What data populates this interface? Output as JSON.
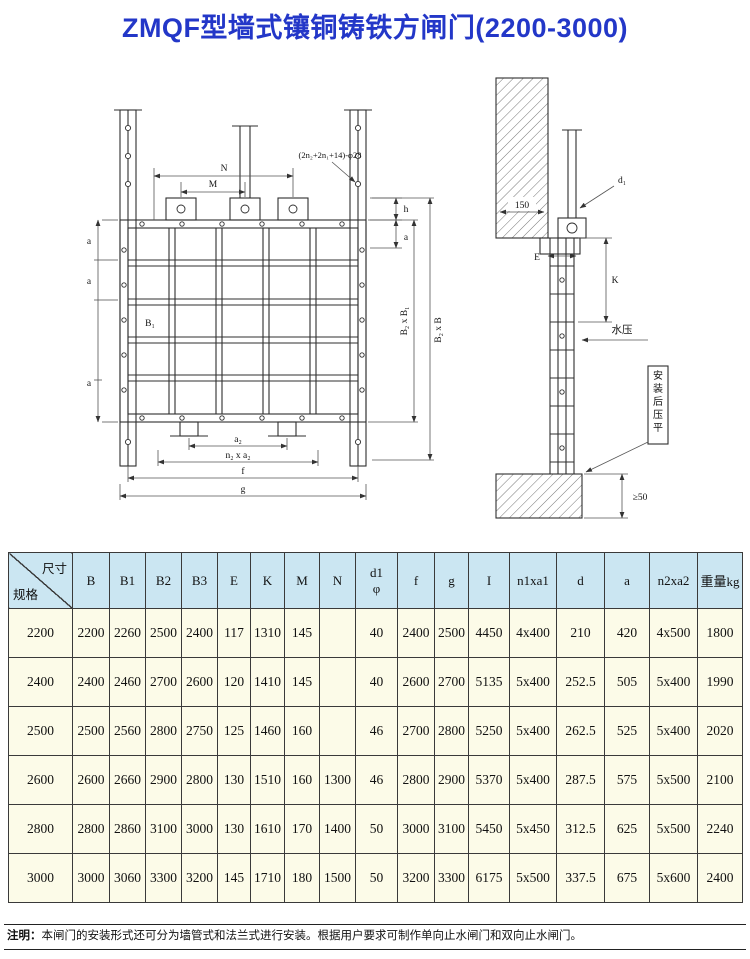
{
  "colors": {
    "title_blue": "#2337c8",
    "table_header_bg": "#cbe6f2",
    "table_body_bg": "#fcfbe8"
  },
  "page": {
    "title": "ZMQF型墙式镶铜铸铁方闸门(2200-3000)",
    "note_label": "注明：",
    "note_body": "本闸门的安装形式还可分为墙管式和法兰式进行安装。根据用户要求可制作单向止水闸门和双向止水闸门。"
  },
  "drawings": {
    "front": {
      "dim_m": "M",
      "dim_n": "N",
      "dim_holes": "(2n₂+2n₁+14)-φ28",
      "dim_h": "h",
      "dim_a_right": "a",
      "dim_a1": "a",
      "dim_a2": "a",
      "dim_a3": "a",
      "panel_label": "B₁",
      "dim_a2_bottom": "a₂",
      "dim_n2a2": "n₂ x a₂",
      "dim_f": "f",
      "dim_g": "g",
      "dim_b2b1": "B₂ x B₁",
      "dim_b2b": "B₂ x B"
    },
    "side": {
      "dim_150": "150",
      "dim_d1": "d₁",
      "dim_e": "E",
      "dim_k": "K",
      "water_pressure": "水压",
      "flatten": "安装后压平",
      "dim_min50": "≥50"
    }
  },
  "table": {
    "corner_top": "尺寸",
    "corner_bottom": "规格",
    "headers": [
      "B",
      "B1",
      "B2",
      "B3",
      "E",
      "K",
      "M",
      "N",
      "d1\nφ",
      "f",
      "g",
      "I",
      "n1xa1",
      "d",
      "a",
      "n2xa2",
      "重量kg"
    ],
    "rows": [
      {
        "size": "2200",
        "cells": [
          "2200",
          "2260",
          "2500",
          "2400",
          "117",
          "1310",
          "145",
          "",
          "40",
          "2400",
          "2500",
          "4450",
          "4x400",
          "210",
          "420",
          "4x500",
          "1800"
        ]
      },
      {
        "size": "2400",
        "cells": [
          "2400",
          "2460",
          "2700",
          "2600",
          "120",
          "1410",
          "145",
          "",
          "40",
          "2600",
          "2700",
          "5135",
          "5x400",
          "252.5",
          "505",
          "5x400",
          "1990"
        ]
      },
      {
        "size": "2500",
        "cells": [
          "2500",
          "2560",
          "2800",
          "2750",
          "125",
          "1460",
          "160",
          "",
          "46",
          "2700",
          "2800",
          "5250",
          "5x400",
          "262.5",
          "525",
          "5x400",
          "2020"
        ]
      },
      {
        "size": "2600",
        "cells": [
          "2600",
          "2660",
          "2900",
          "2800",
          "130",
          "1510",
          "160",
          "1300",
          "46",
          "2800",
          "2900",
          "5370",
          "5x400",
          "287.5",
          "575",
          "5x500",
          "2100"
        ]
      },
      {
        "size": "2800",
        "cells": [
          "2800",
          "2860",
          "3100",
          "3000",
          "130",
          "1610",
          "170",
          "1400",
          "50",
          "3000",
          "3100",
          "5450",
          "5x450",
          "312.5",
          "625",
          "5x500",
          "2240"
        ]
      },
      {
        "size": "3000",
        "cells": [
          "3000",
          "3060",
          "3300",
          "3200",
          "145",
          "1710",
          "180",
          "1500",
          "50",
          "3200",
          "3300",
          "6175",
          "5x500",
          "337.5",
          "675",
          "5x600",
          "2400"
        ]
      }
    ]
  }
}
